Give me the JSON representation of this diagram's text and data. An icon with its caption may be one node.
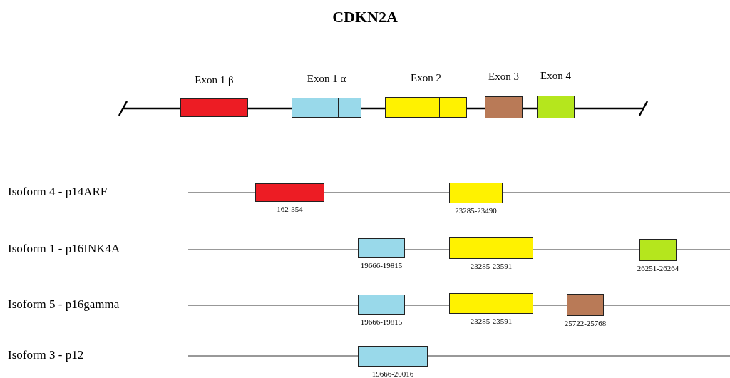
{
  "diagram": {
    "title": "CDKN2A",
    "nodes": [
      {
        "text": [
          "Exon 1 β"
        ]
      },
      {
        "text": [
          "Exon 1 α"
        ]
      },
      {
        "text": [
          "Exon 2"
        ]
      },
      {
        "text": [
          "Exon 3"
        ]
      },
      {
        "text": [
          "Exon 4"
        ]
      },
      {
        "text": [
          "162-354"
        ]
      },
      {
        "text": [
          "23285-23490"
        ]
      },
      {
        "text": [
          "19666-19815"
        ]
      },
      {
        "text": [
          "23285-23591"
        ]
      },
      {
        "text": [
          "26251-26264"
        ]
      },
      {
        "text": [
          "19666-19815"
        ]
      },
      {
        "text": [
          "23285-23591"
        ]
      },
      {
        "text": [
          "25722-25768"
        ]
      },
      {
        "text": [
          "19666-20016"
        ]
      }
    ],
    "labels": [
      "Isoform 4 - p14ARF",
      "Isoform 1 - p16INK4A",
      "Isoform 5 - p16gamma",
      "Isoform 3 - p12"
    ]
  }
}
